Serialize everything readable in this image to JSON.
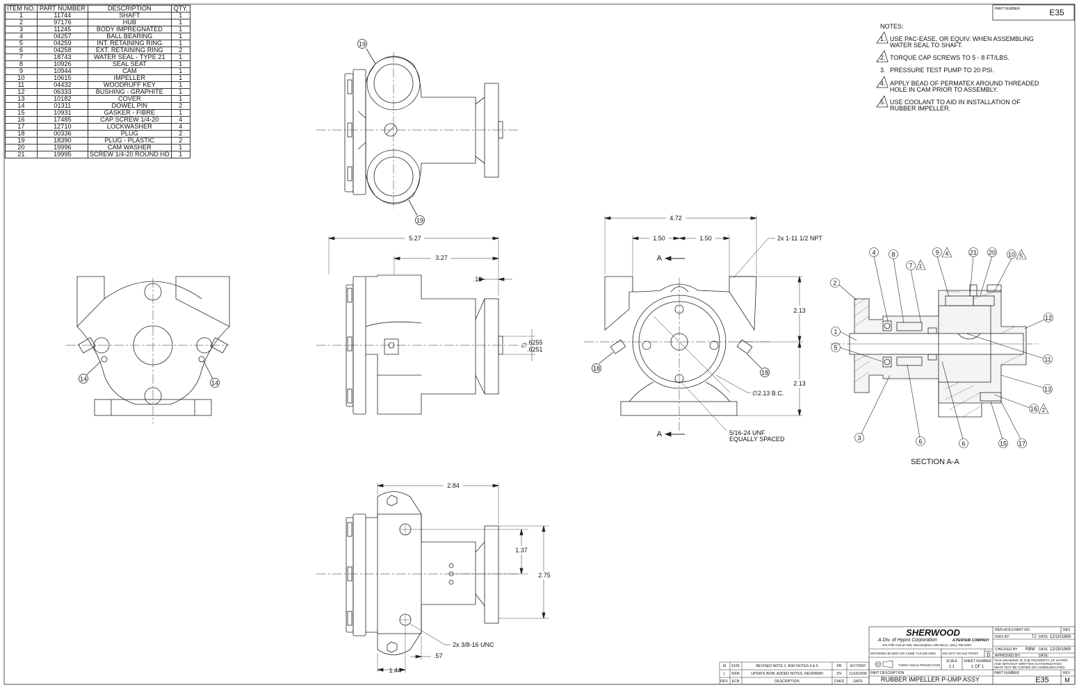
{
  "bom": {
    "headers": [
      "ITEM NO.",
      "PART NUMBER",
      "DESCRIPTION",
      "QTY."
    ],
    "rows": [
      [
        "1",
        "11744",
        "SHAFT",
        "1"
      ],
      [
        "2",
        "97176",
        "HUB",
        "1"
      ],
      [
        "3",
        "11245",
        "BODY IMPREGNATED",
        "1"
      ],
      [
        "4",
        "04257",
        "BALL BEARING",
        "1"
      ],
      [
        "5",
        "04259",
        "INT. RETAINING RING",
        "1"
      ],
      [
        "6",
        "04258",
        "EXT. RETAINING RING",
        "2"
      ],
      [
        "7",
        "18743",
        "WATER SEAL - TYPE 21",
        "1"
      ],
      [
        "8",
        "10926",
        "SEAL SEAT",
        "1"
      ],
      [
        "9",
        "10944",
        "CAM",
        "1"
      ],
      [
        "10",
        "10615",
        "IMPELLER",
        "1"
      ],
      [
        "11",
        "04432",
        "WOODRUFF KEY",
        "1"
      ],
      [
        "12",
        "06333",
        "BUSHING - GRAPHITE",
        "1"
      ],
      [
        "13",
        "10182",
        "COVER",
        "1"
      ],
      [
        "14",
        "01311",
        "DOWEL PIN",
        "2"
      ],
      [
        "15",
        "10931",
        "GASKER - FIBRE",
        "1"
      ],
      [
        "16",
        "17485",
        "CAP SCREW 1/4-20",
        "4"
      ],
      [
        "17",
        "12710",
        "LOCKWASHER",
        "4"
      ],
      [
        "18",
        "00336",
        "PLUG",
        "2"
      ],
      [
        "19",
        "18390",
        "PLUG - PLASTIC",
        "2"
      ],
      [
        "20",
        "19996",
        "CAM WASHER",
        "1"
      ],
      [
        "21",
        "19995",
        "SCREW 1/4-20 ROUND HD",
        "1"
      ]
    ]
  },
  "top_part": {
    "label": "PART NUMBER",
    "value": "E35"
  },
  "notes": {
    "title": "NOTES:",
    "items": [
      {
        "num": "1.",
        "line1": "USE PAC-EASE, OR EQUIV. WHEN ASSEMBLING",
        "line2": "WATER SEAL TO SHAFT."
      },
      {
        "num": "2.",
        "line1": "TORQUE CAP SCREWS TO 5 - 8 FT/LBS.",
        "line2": ""
      },
      {
        "num": "3.",
        "line1": "PRESSURE TEST PUMP TO 20 PSI.",
        "line2": ""
      },
      {
        "num": "4.",
        "line1": "APPLY BEAD OF PERMATEX AROUND THREADED",
        "line2": "HOLE IN CAM PRIOR TO ASSEMBLY."
      },
      {
        "num": "5.",
        "line1": "USE COOLANT TO AID IN INSTALLATION OF",
        "line2": "RUBBER IMPELLER."
      }
    ]
  },
  "dims": {
    "d527": "5.27",
    "d327": "3.27",
    "d013": ".13",
    "d6255": ".6255",
    "d6251": ".6251",
    "dia": "∅",
    "d472": "4.72",
    "d150a": "1.50",
    "d150b": "1.50",
    "npt": "2x 1-11 1/2 NPT",
    "d213a": "2.13",
    "d213b": "2.13",
    "bc": "∅2.13 B.C.",
    "unf1": "5/16-24 UNF",
    "unf2": "EQUALLY SPACED",
    "sectA": "A",
    "sectB": "A",
    "d284": "2.84",
    "d137": "1.37",
    "d275": "2.75",
    "unc": "2x 3/8-16 UNC",
    "d057": ".57",
    "d144": "1.44"
  },
  "balloons": {
    "top_19a": "19",
    "top_19b": "19",
    "left_14a": "14",
    "left_14b": "14",
    "front_18a": "18",
    "front_18b": "18",
    "s4": "4",
    "s8": "8",
    "s7": "7",
    "s7n": "1",
    "s9": "9",
    "s9n": "4",
    "s21": "21",
    "s20": "20",
    "s10": "10",
    "s10n": "5",
    "s2": "2",
    "s1": "1",
    "s5": "5",
    "s12": "12",
    "s11": "11",
    "s13": "13",
    "s16": "16",
    "s16n": "2",
    "s3": "3",
    "s6a": "6",
    "s6b": "6",
    "s15": "15",
    "s17": "17"
  },
  "section_title": "SECTION A-A",
  "title_block": {
    "company": "SHERWOOD",
    "division": "A Div. of Hypro Corporation",
    "pentair": "A PENTAIR COMPANY",
    "address": "375 Fifth Avenue NW, New Brighton, MN 55112, (651) 766-6300",
    "replaces_label": "REPLACES PART NO.",
    "rev_label": "REV",
    "dwg_by_label": "DWG BY:",
    "dwg_by": "TJ",
    "date_label": "DATE",
    "dwg_date": "12/10/1969",
    "checked_label": "CHECKED BY",
    "checked_by": "RBM",
    "checked_date": "12/15/1969",
    "approved_label": "APPROVED BY:",
    "approved_date_label": "DATE:",
    "standard": "DRAWING BASED ON ASME Y14.5M-1994",
    "no_scale": "DO NOT SCALE PRINT",
    "size_label": "SIZE",
    "size": "D",
    "projection": "THIRD ANGLE PROJECTION",
    "scale_label": "SCALE",
    "scale": "1:1",
    "sheet_label": "SHEET NUMBER",
    "sheet": "1 OF 1",
    "property1": "THIS DRAWING IS THE PROPERTY OF HYPRO",
    "property2": "AND WITHOUT WRITTEN AUTHORIZATION",
    "property3": "MUST NOT BE COPIED OR COMMUNICATED",
    "desc_label": "PART DESCRIPTION",
    "description": "RUBBER IMPELLER P-UMP ASSY",
    "pn_label": "PART NUMBER",
    "part_number": "E35",
    "rev_value": "M"
  },
  "revisions": {
    "rows": [
      [
        "M",
        "6195",
        "REVISED NOTE 2, ADD NOTES 4 & 5",
        "PB",
        "4/17/2007"
      ],
      [
        "L",
        "6006",
        "UPDATE BOM, ADDED NOTES, REDRAWN",
        "DV",
        "11/16/2006"
      ]
    ],
    "headers": [
      "REV.",
      "ECN",
      "DESCRIPTION",
      "CHKD",
      "DATE"
    ]
  }
}
